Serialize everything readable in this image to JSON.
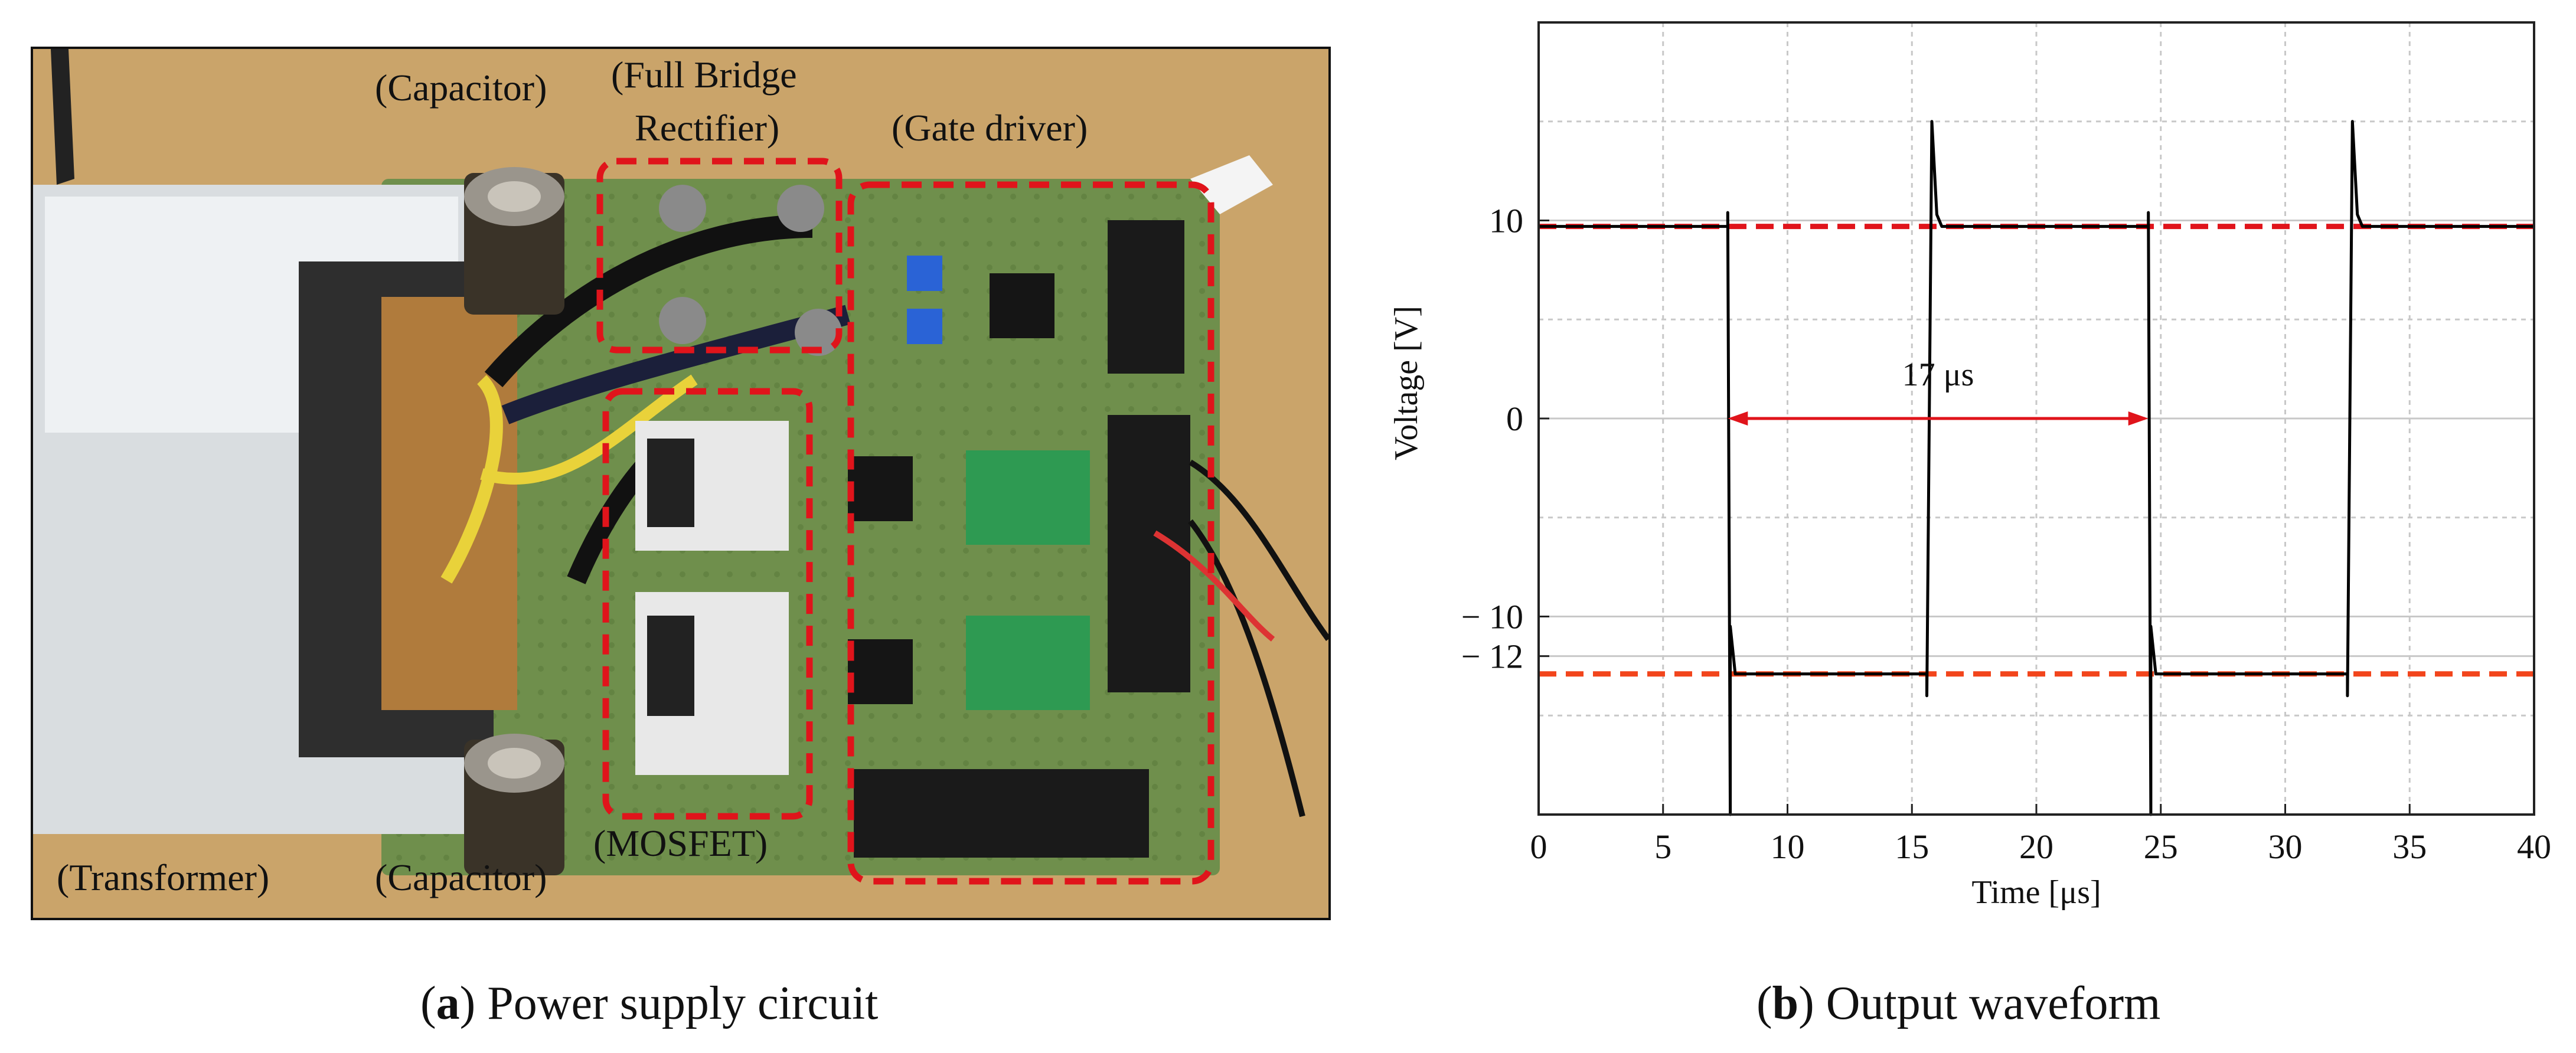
{
  "panel_a": {
    "caption_letter": "a",
    "caption_text": " Power supply circuit",
    "labels": {
      "capacitor_top": "(Capacitor)",
      "full_bridge_line1": "(Full Bridge",
      "full_bridge_line2": "Rectifier)",
      "gate_driver": "(Gate driver)",
      "transformer": "(Transformer)",
      "capacitor_bottom": "(Capacitor)",
      "mosfet": "(MOSFET)"
    },
    "colors": {
      "board": "#6f8f4c",
      "wood": "#caa46a",
      "highlight": "#e0141b"
    }
  },
  "panel_b": {
    "caption_letter": "b",
    "caption_text": " Output waveform",
    "annotation": "17 μs",
    "colors": {
      "waveform": "#000000",
      "ref_high": "#e0141b",
      "ref_low": "#f2451c",
      "arrow": "#e0141b",
      "grid": "#c8c8c8"
    }
  },
  "chart_data": {
    "type": "line",
    "xlabel": "Time [μs]",
    "ylabel": "Voltage [V]",
    "xlim": [
      0,
      40
    ],
    "ylim": [
      -20,
      20
    ],
    "xticks": [
      0,
      5,
      10,
      15,
      20,
      25,
      30,
      35,
      40
    ],
    "yticks": [
      {
        "value": 10,
        "label": "10"
      },
      {
        "value": 0,
        "label": "0"
      },
      {
        "value": -10,
        "label": "− 10"
      },
      {
        "value": -12,
        "label": "− 12"
      }
    ],
    "grid": true,
    "reference_lines": [
      {
        "y": 9.7,
        "style": "dashed"
      },
      {
        "y": -12.9,
        "style": "dashed"
      }
    ],
    "series": [
      {
        "x": [
          0,
          7.6,
          7.6,
          7.7,
          7.7,
          7.9,
          15.6,
          15.6,
          15.8,
          16.0,
          16.2,
          24.5,
          24.5,
          24.6,
          24.6,
          24.8,
          32.5,
          32.5,
          32.7,
          32.9,
          33.1,
          40
        ],
        "y": [
          9.7,
          9.7,
          10.4,
          -20,
          -10.5,
          -12.9,
          -12.9,
          -14,
          15,
          10.3,
          9.7,
          9.7,
          10.4,
          -20,
          -10.5,
          -12.9,
          -12.9,
          -14,
          15,
          10.3,
          9.7,
          9.7
        ]
      }
    ],
    "annotations": [
      {
        "text": "17 μs",
        "x_start": 7.6,
        "x_end": 24.5,
        "y": 0
      }
    ]
  }
}
